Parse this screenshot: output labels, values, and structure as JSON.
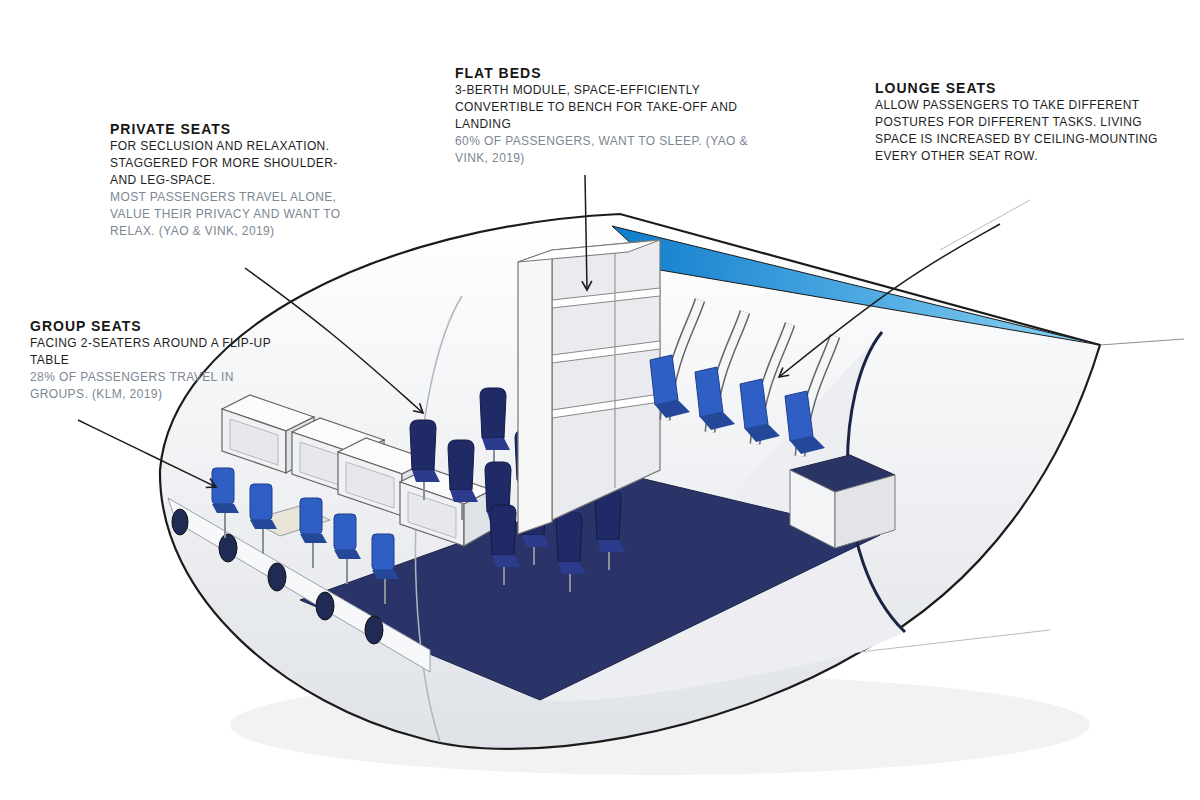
{
  "diagram": {
    "labels": [
      "GROUP SEATS",
      "FACING 2-SEATERS AROUND A FLIP-UP TABLE",
      "28% OF PASSENGERS TRAVEL IN GROUPS. (KLM, 2019)",
      "PRIVATE SEATS",
      "FOR SECLUSION AND RELAXATION. STAGGERED FOR MORE SHOULDER- AND LEG-SPACE.",
      "MOST PASSENGERS TRAVEL ALONE, VALUE THEIR PRIVACY AND WANT TO RELAX. (YAO & VINK, 2019)",
      "FLAT BEDS",
      "3-BERTH MODULE, SPACE-EFFICIENTLY CONVERTIBLE TO BENCH FOR TAKE-OFF AND LANDING",
      "60% OF PASSENGERS, WANT TO SLEEP. (YAO & VINK, 2019)",
      "LOUNGE SEATS",
      "ALLOW PASSENGERS TO TAKE DIFFERENT POSTURES FOR DIFFERENT TASKS. LIVING SPACE IS INCREASED BY CEILING-MOUNTING EVERY OTHER SEAT ROW."
    ]
  }
}
